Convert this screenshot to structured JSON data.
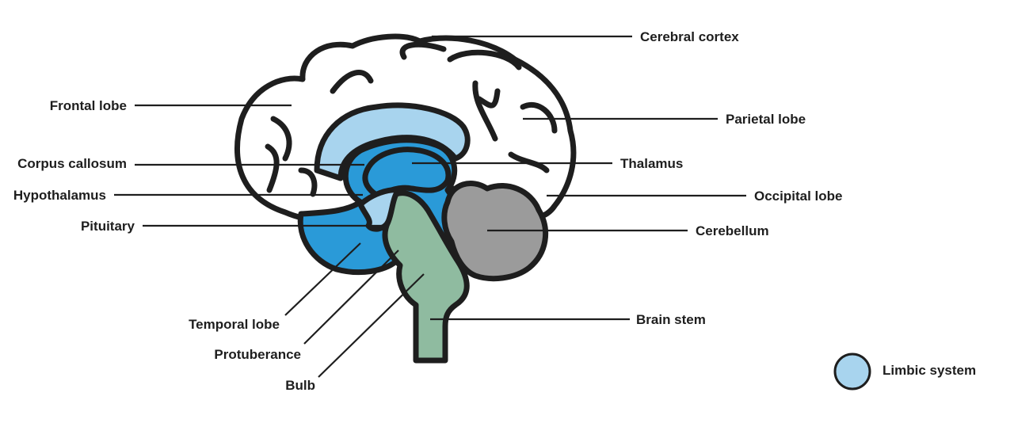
{
  "colors": {
    "outline": "#1e1e1e",
    "cortex_fill": "#ffffff",
    "limbic_light": "#a8d4ee",
    "limbic_dark": "#2a9ad8",
    "cerebellum": "#9b9b9b",
    "brain_stem": "#8fbba0",
    "legend_swatch": "#a8d4ee"
  },
  "labels": {
    "cerebral_cortex": "Cerebral cortex",
    "frontal_lobe": "Frontal lobe",
    "parietal_lobe": "Parietal lobe",
    "corpus_callosum": "Corpus callosum",
    "thalamus": "Thalamus",
    "hypothalamus": "Hypothalamus",
    "occipital_lobe": "Occipital lobe",
    "pituitary": "Pituitary",
    "cerebellum": "Cerebellum",
    "brain_stem": "Brain stem",
    "temporal_lobe": "Temporal lobe",
    "protuberance": "Protuberance",
    "bulb": "Bulb"
  },
  "legend": {
    "label": "Limbic system",
    "icon": "circle-swatch"
  }
}
